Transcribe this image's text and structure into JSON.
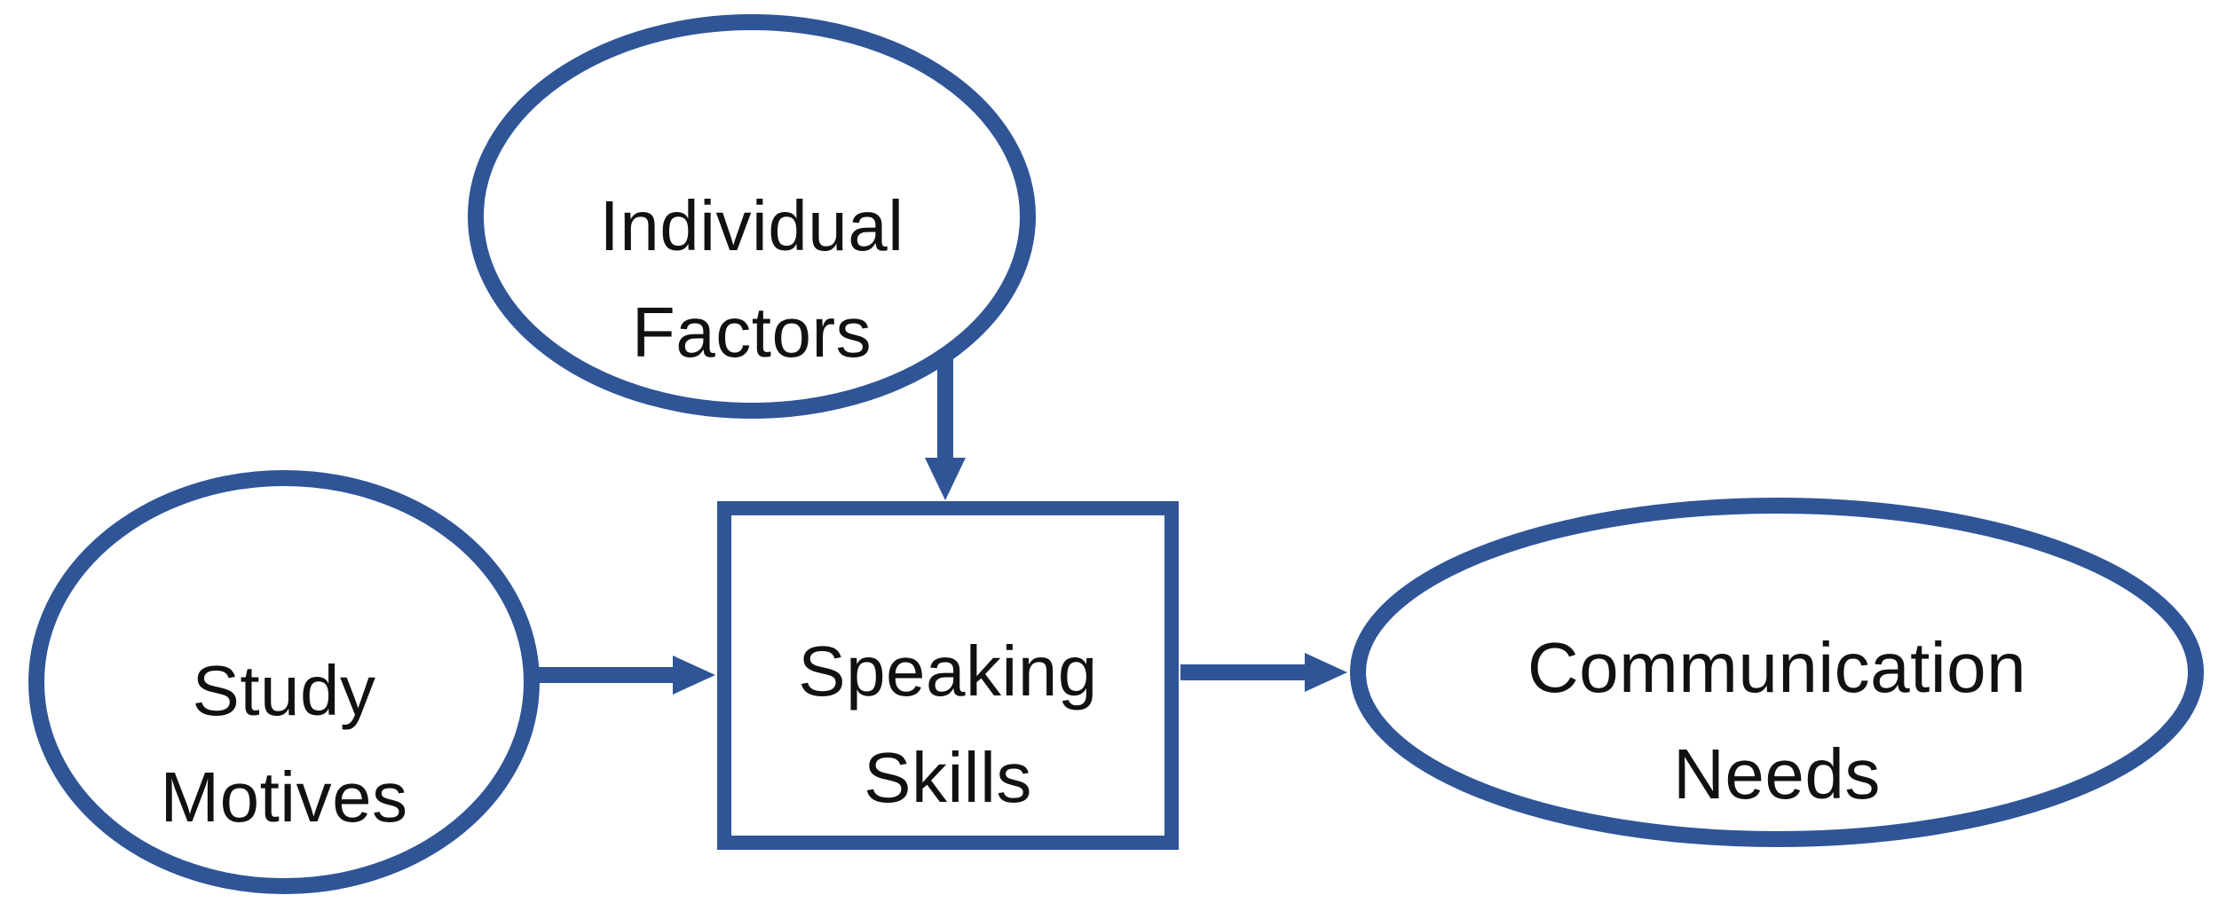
{
  "diagram": {
    "background_color": "#ffffff",
    "accent_color": "#2F5597",
    "text_color": "#111111",
    "nodes": [
      {
        "id": "individual-factors",
        "shape": "ellipse",
        "line1": "Individual",
        "line2": "Factors"
      },
      {
        "id": "study-motives",
        "shape": "ellipse",
        "line1": "Study",
        "line2": "Motives"
      },
      {
        "id": "speaking-skills",
        "shape": "rectangle",
        "line1": "Speaking",
        "line2": "Skills"
      },
      {
        "id": "communication-needs",
        "shape": "ellipse",
        "line1": "Communication",
        "line2": "Needs"
      }
    ],
    "edges": [
      {
        "id": "individual-factors-to-speaking-skills",
        "from": "Individual Factors",
        "to": "Speaking Skills",
        "direction": "down"
      },
      {
        "id": "study-motives-to-speaking-skills",
        "from": "Study Motives",
        "to": "Speaking Skills",
        "direction": "right"
      },
      {
        "id": "speaking-skills-to-communication-needs",
        "from": "Speaking Skills",
        "to": "Communication Needs",
        "direction": "right"
      }
    ]
  }
}
